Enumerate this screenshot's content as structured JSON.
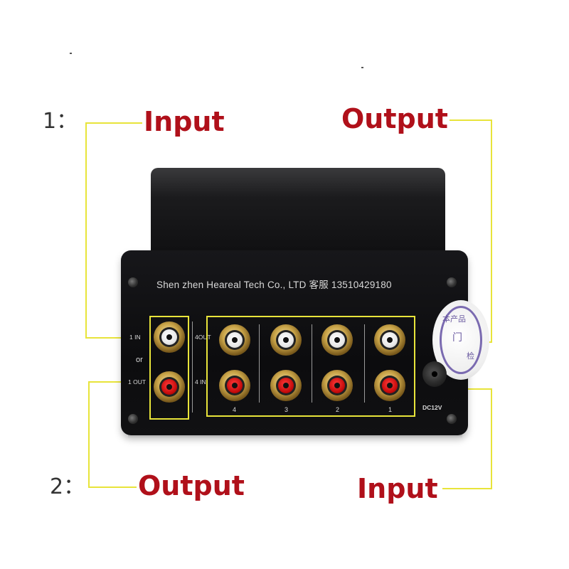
{
  "numbers": {
    "first": "1：",
    "second": "2："
  },
  "labels": {
    "top_left": "Input",
    "top_right": "Output",
    "bottom_left": "Output",
    "bottom_right": "Input"
  },
  "device": {
    "brand_line": "Shen zhen  Heareal   Tech Co., LTD 客服  13510429180",
    "left_panel": {
      "in_label": "1 IN",
      "or_label": "or",
      "out_label": "1 OUT"
    },
    "mid_panel": {
      "out_label": "4OUT",
      "in_label": "4 IN"
    },
    "channel_numbers": [
      "4",
      "3",
      "2",
      "1"
    ],
    "power_label": "DC12V",
    "sticker_text": [
      "本产品",
      "门",
      "检"
    ]
  },
  "colors": {
    "label_red": "#b0101a",
    "guide_yellow": "#e8e43a"
  },
  "icons": [
    "rca-jack-white",
    "rca-jack-red",
    "dc-power-jack",
    "screw"
  ]
}
